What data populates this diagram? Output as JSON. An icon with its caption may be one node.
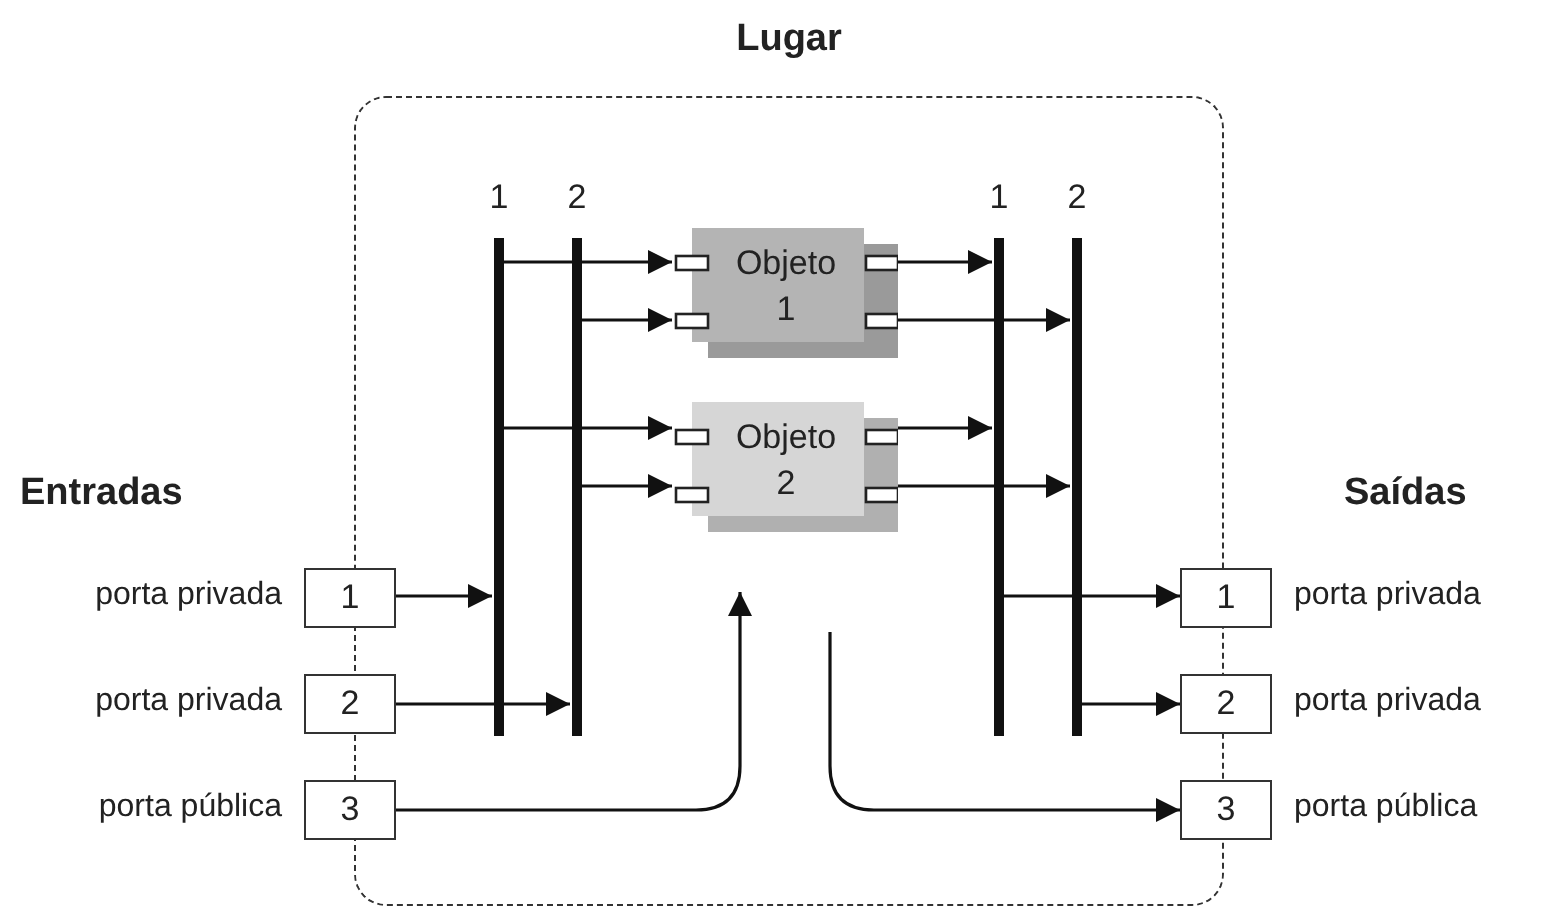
{
  "diagram": {
    "nodes": [
      {
        "text": [
          "Lugar"
        ]
      },
      {
        "text": [
          "1"
        ],
        "in": 0
      },
      {
        "text": [
          "2"
        ],
        "in": 0
      },
      {
        "text": [
          "Objeto 1"
        ],
        "in": 0
      },
      {
        "text": [
          "Objeto 2"
        ],
        "in": 0
      },
      {
        "text": [
          "1"
        ],
        "in": 0
      },
      {
        "text": [
          "2"
        ],
        "in": 0
      },
      {
        "text": [
          "1"
        ],
        "beside": [
          "porta privada"
        ]
      },
      {
        "text": [
          "2"
        ],
        "beside": [
          "porta privada"
        ]
      },
      {
        "text": [
          "3"
        ],
        "beside": [
          "porta pública"
        ]
      },
      {
        "text": [
          "1"
        ],
        "beside": [
          "porta privada"
        ]
      },
      {
        "text": [
          "2"
        ],
        "beside": [
          "porta privada"
        ]
      },
      {
        "text": [
          "3"
        ],
        "beside": [
          "porta pública"
        ]
      }
    ],
    "edges": [
      {
        "from": 7,
        "to": 1,
        "arrow": "to"
      },
      {
        "from": 8,
        "to": 2,
        "arrow": "to"
      },
      {
        "from": 9,
        "to": null,
        "arrow": "to"
      },
      {
        "from": 1,
        "to": 3,
        "arrow": "to"
      },
      {
        "from": 2,
        "to": 3,
        "arrow": "to"
      },
      {
        "from": 1,
        "to": 4,
        "arrow": "to"
      },
      {
        "from": 2,
        "to": 4,
        "arrow": "to"
      },
      {
        "from": 3,
        "to": 5,
        "arrow": "to"
      },
      {
        "from": 3,
        "to": 6,
        "arrow": "to"
      },
      {
        "from": 4,
        "to": 5,
        "arrow": "to"
      },
      {
        "from": 4,
        "to": 6,
        "arrow": "to"
      },
      {
        "from": 5,
        "to": 10,
        "arrow": "to"
      },
      {
        "from": 6,
        "to": 11,
        "arrow": "to"
      },
      {
        "from": null,
        "to": 12,
        "arrow": "to"
      }
    ],
    "labels": [
      "Entradas",
      "Saídas"
    ]
  }
}
